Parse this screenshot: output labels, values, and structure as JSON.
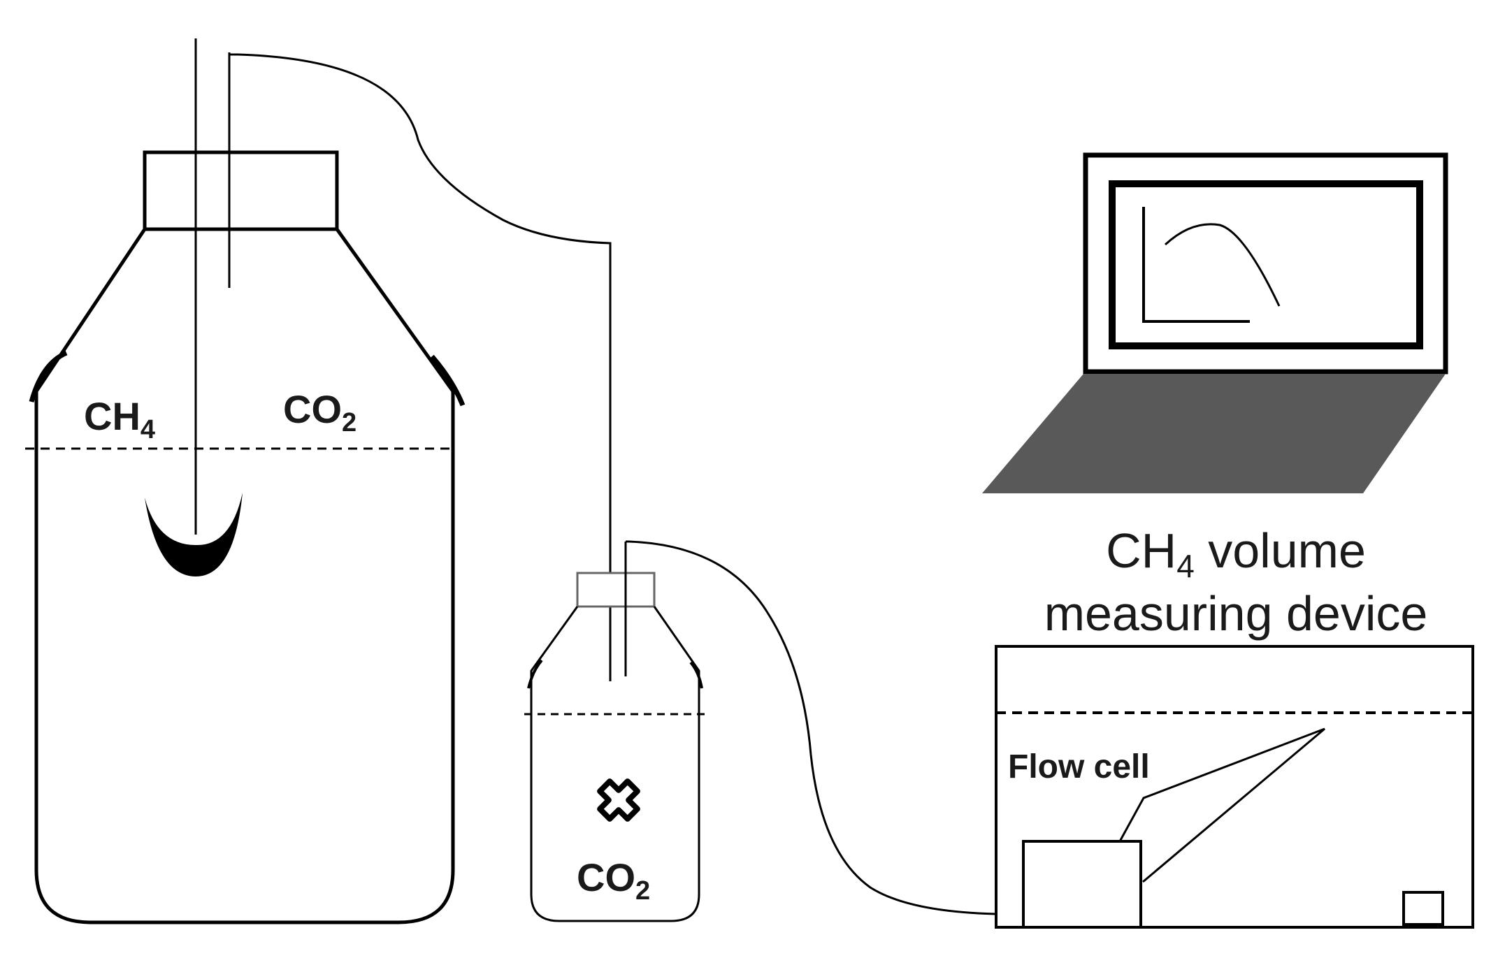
{
  "labels": {
    "reactor_gas_left": "CH",
    "reactor_gas_left_sub": "4",
    "reactor_gas_right": "CO",
    "reactor_gas_right_sub": "2",
    "trap_gas": "CO",
    "trap_gas_sub": "2",
    "device_title_line1": "CH",
    "device_title_line1_sub": "4",
    "device_title_line1_rest": " volume",
    "device_title_line2": "measuring device",
    "flow_cell": "Flow cell"
  },
  "icons": {
    "trap_mark": "cross-icon",
    "stirrer": "stirrer-blade-icon",
    "laptop": "laptop-icon"
  },
  "colors": {
    "line": "#000000",
    "laptop_base": "#595959",
    "text": "#1a1a1a"
  }
}
